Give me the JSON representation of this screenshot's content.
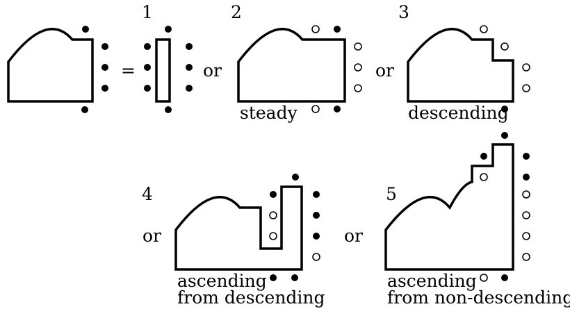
{
  "labels": {
    "equals": "=",
    "or": "or",
    "num1": "1",
    "num2": "2",
    "num3": "3",
    "num4": "4",
    "num5": "5",
    "steady": "steady",
    "descending": "descending",
    "ascending": "ascending",
    "from_descending": "from descending",
    "from_non_descending": "from non-descending"
  }
}
